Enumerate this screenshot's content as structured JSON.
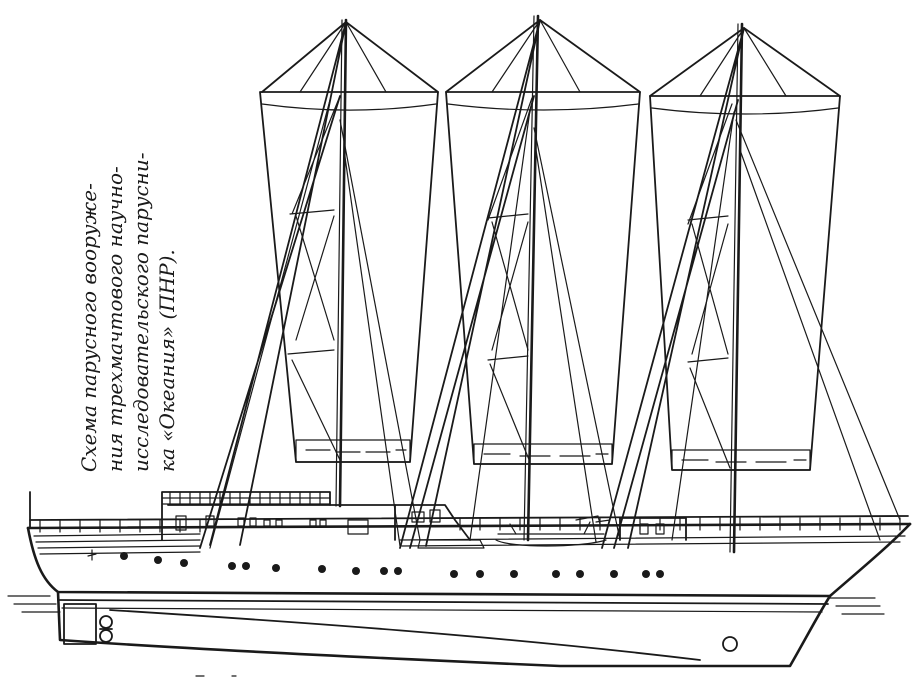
{
  "caption": {
    "lines": [
      "Схема парусного вооруже-",
      "ния трехмачтового научно-",
      "исследовательского парусни-",
      "ка «Океания» (ПНР)."
    ]
  },
  "colors": {
    "ink": "#1a1a1a",
    "paper": "#ffffff"
  },
  "masts": {
    "count": 3
  }
}
